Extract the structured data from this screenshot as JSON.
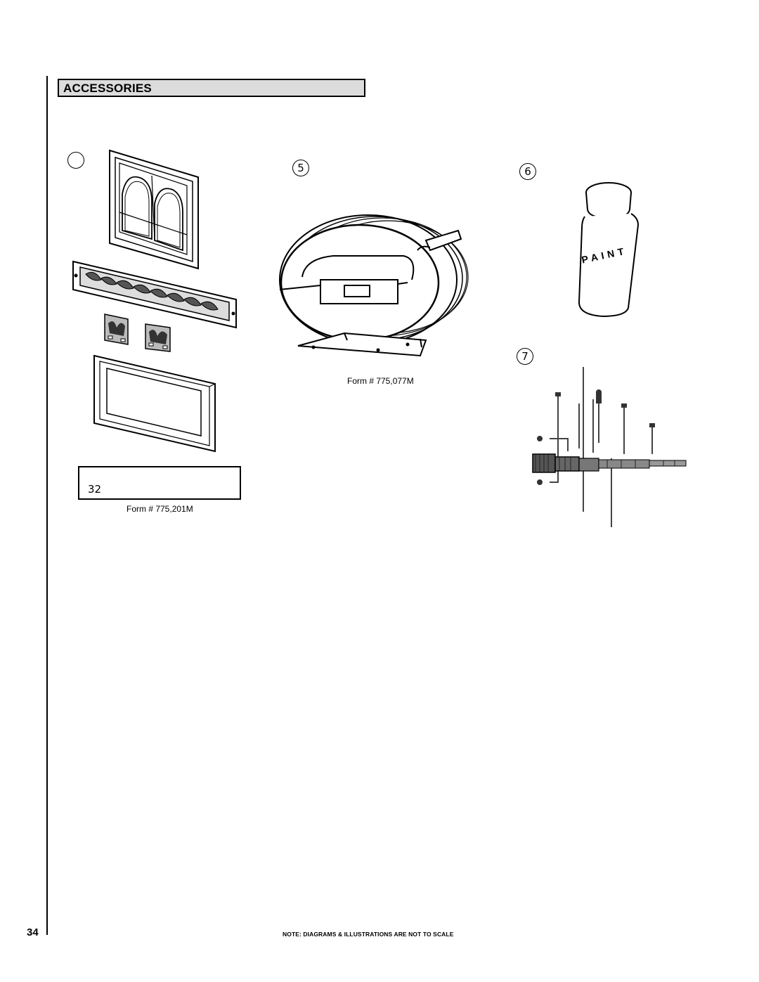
{
  "header": {
    "title": "ACCESSORIES"
  },
  "items": [
    {
      "number": ""
    },
    {
      "number": "5",
      "form": "Form # 775,077M"
    },
    {
      "number": "6",
      "label": "PAINT"
    },
    {
      "number": "7"
    }
  ],
  "item1_box": {
    "number": "32",
    "form": "Form # 775,201M"
  },
  "footer": {
    "page_number": "34",
    "note": "NOTE: DIAGRAMS & ILLUSTRATIONS ARE NOT TO SCALE"
  }
}
